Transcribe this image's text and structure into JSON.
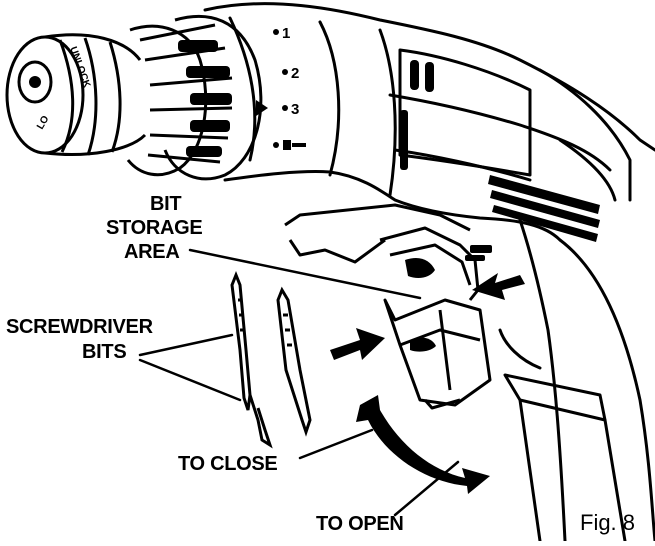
{
  "figure": {
    "number_label": "Fig. 8",
    "labels": {
      "bit_storage_line1": "BIT",
      "bit_storage_line2": "STORAGE",
      "bit_storage_line3": "AREA",
      "screwdriver_line1": "SCREWDRIVER",
      "screwdriver_line2": "BITS",
      "to_close": "TO CLOSE",
      "to_open": "TO OPEN"
    },
    "clutch_settings": [
      "1",
      "2",
      "3"
    ],
    "clutch_drill_mark": "drill icon",
    "chuck_text": {
      "unlock": "UNLOCK",
      "lock": "LO"
    },
    "colors": {
      "ink": "#000000",
      "paper": "#ffffff"
    }
  }
}
